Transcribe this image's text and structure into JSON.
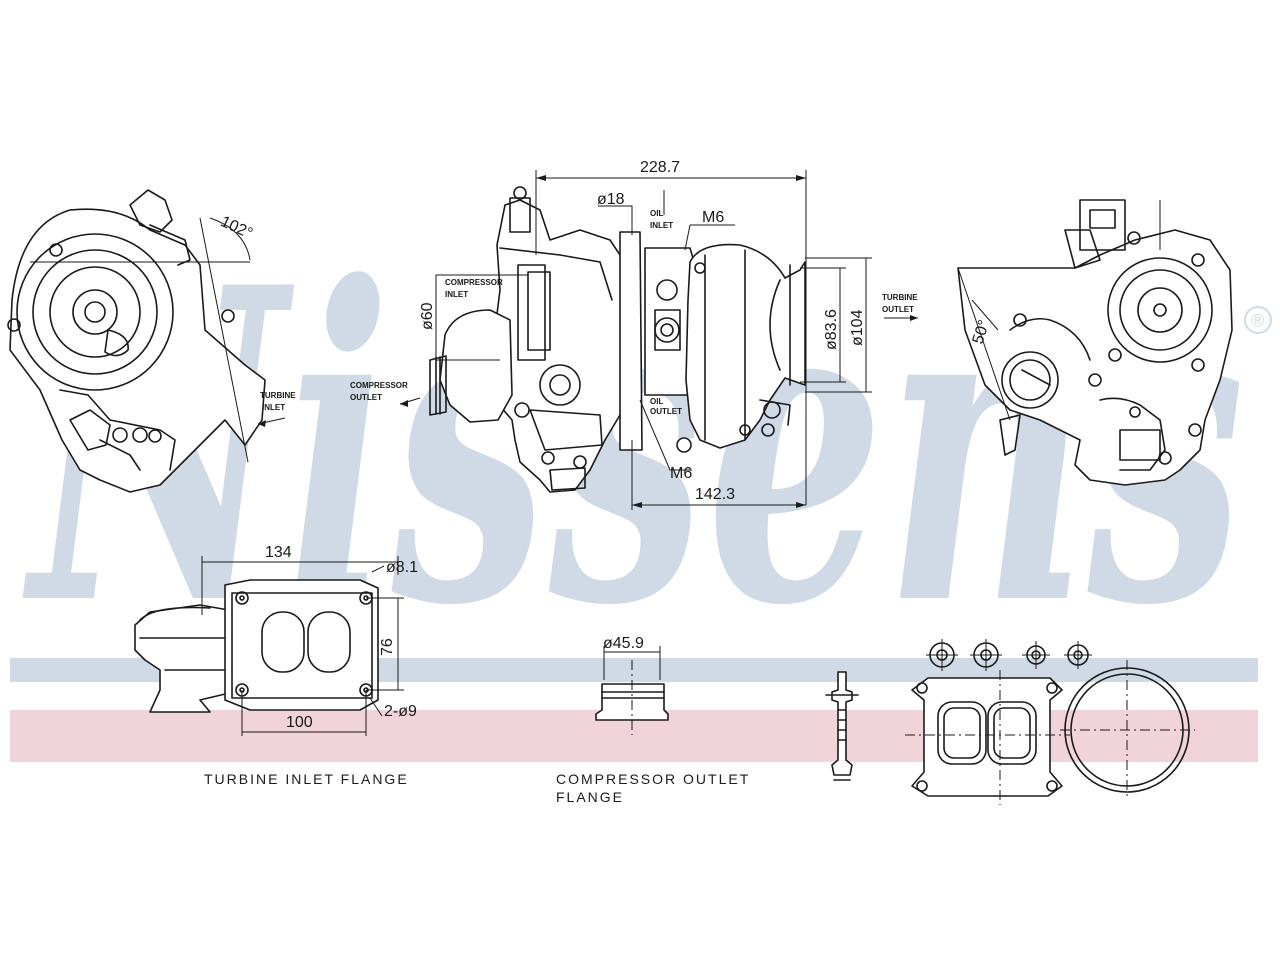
{
  "brand": {
    "watermark": "Nissens",
    "registered_mark": "®",
    "colors": {
      "watermark": "#cfdae6",
      "band_blue": "#cfdae6",
      "band_red": "#f1d3da",
      "line": "#1a1a1a"
    }
  },
  "dimensions": {
    "overall_length": "228.7",
    "body_length": "142.3",
    "hole_diameter_top": "ø18",
    "thread_top": "M6",
    "thread_bottom": "M6",
    "compressor_diameter": "ø60",
    "turbine_outlet_diameter_inner": "ø83.6",
    "turbine_outlet_diameter_outer": "ø104",
    "angle_left": "102°",
    "angle_right": "50°",
    "flange_width": "134",
    "flange_hole": "ø8.1",
    "flange_height": "76",
    "flange_bolt_spacing": "100",
    "flange_holes": "2-ø9",
    "compressor_flange_diameter": "ø45.9"
  },
  "callouts": {
    "compressor_inlet": [
      "COMPRESSOR",
      "INLET"
    ],
    "compressor_outlet": [
      "COMPRESSOR",
      "OUTLET"
    ],
    "turbine_inlet": [
      "TURBINE",
      "INLET"
    ],
    "turbine_outlet": [
      "TURBINE",
      "OUTLET"
    ],
    "oil_inlet": [
      "OIL",
      "INLET"
    ],
    "oil_outlet": [
      "OIL",
      "OUTLET"
    ]
  },
  "captions": {
    "turbine_inlet_flange": "TURBINE INLET FLANGE",
    "compressor_outlet_flange_line1": "COMPRESSOR OUTLET",
    "compressor_outlet_flange_line2": "FLANGE"
  }
}
